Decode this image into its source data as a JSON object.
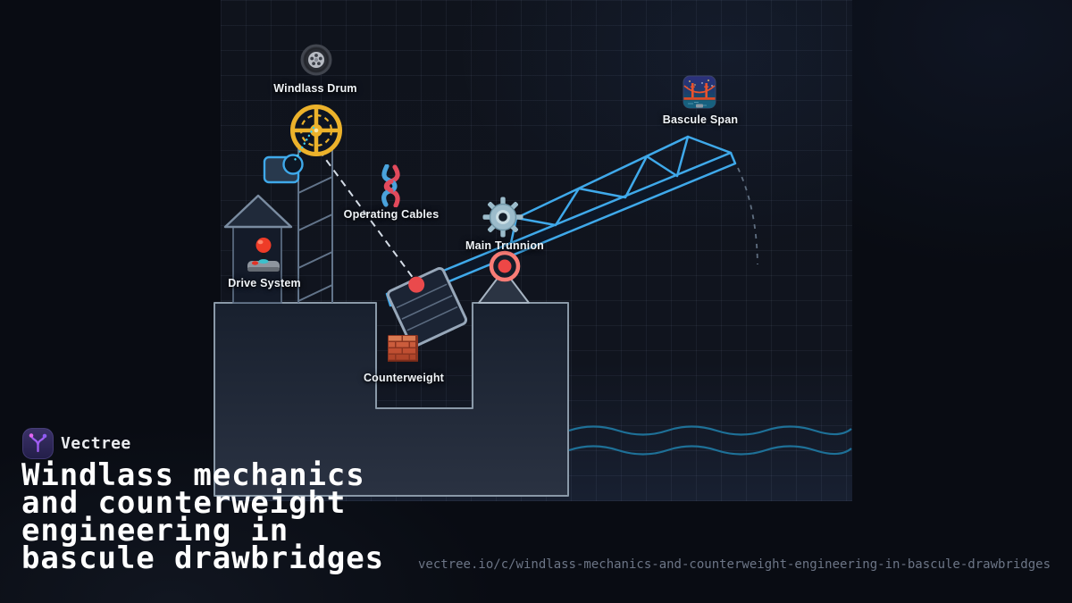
{
  "brand": {
    "name": "Vectree",
    "logo_icon": "branch-tree-icon",
    "logo_colors": {
      "tile_top": "#3b3268",
      "tile_bottom": "#231e49",
      "branch": "#a05df2",
      "dot_left": "#e566f2",
      "dot_right": "#8e5cf2"
    }
  },
  "card": {
    "title": "Windlass mechanics\nand counterweight\nengineering in\nbascule drawbridges",
    "url": "vectree.io/c/windlass-mechanics-and-counterweight-engineering-in-bascule-drawbridges"
  },
  "diagram": {
    "labels": {
      "windlass_drum": "Windlass Drum",
      "operating_cables": "Operating Cables",
      "drive_system": "Drive System",
      "main_trunnion": "Main Trunnion",
      "bascule_span": "Bascule Span",
      "counterweight": "Counterweight"
    },
    "icons": {
      "windlass_drum": "tire-icon",
      "operating_cables": "knot-icon",
      "drive_system": "joystick-icon",
      "main_trunnion": "gear-icon",
      "bascule_span": "night-bridge-icon",
      "counterweight": "brick-wall-icon"
    },
    "colors": {
      "background": "#090c13",
      "canvas": "#10141e",
      "accent_blue": "#3fa9ea",
      "amber_wheel": "#ecb22b",
      "signal_red": "#ee4746",
      "coral_ring": "#f87c76",
      "steel_outline": "#97a7b9",
      "structure_line": "#62748a",
      "cable_gray": "#d5dde7",
      "water_teal": "#1e7097",
      "drive_dotted_cyan": "#3fd0ee"
    }
  }
}
